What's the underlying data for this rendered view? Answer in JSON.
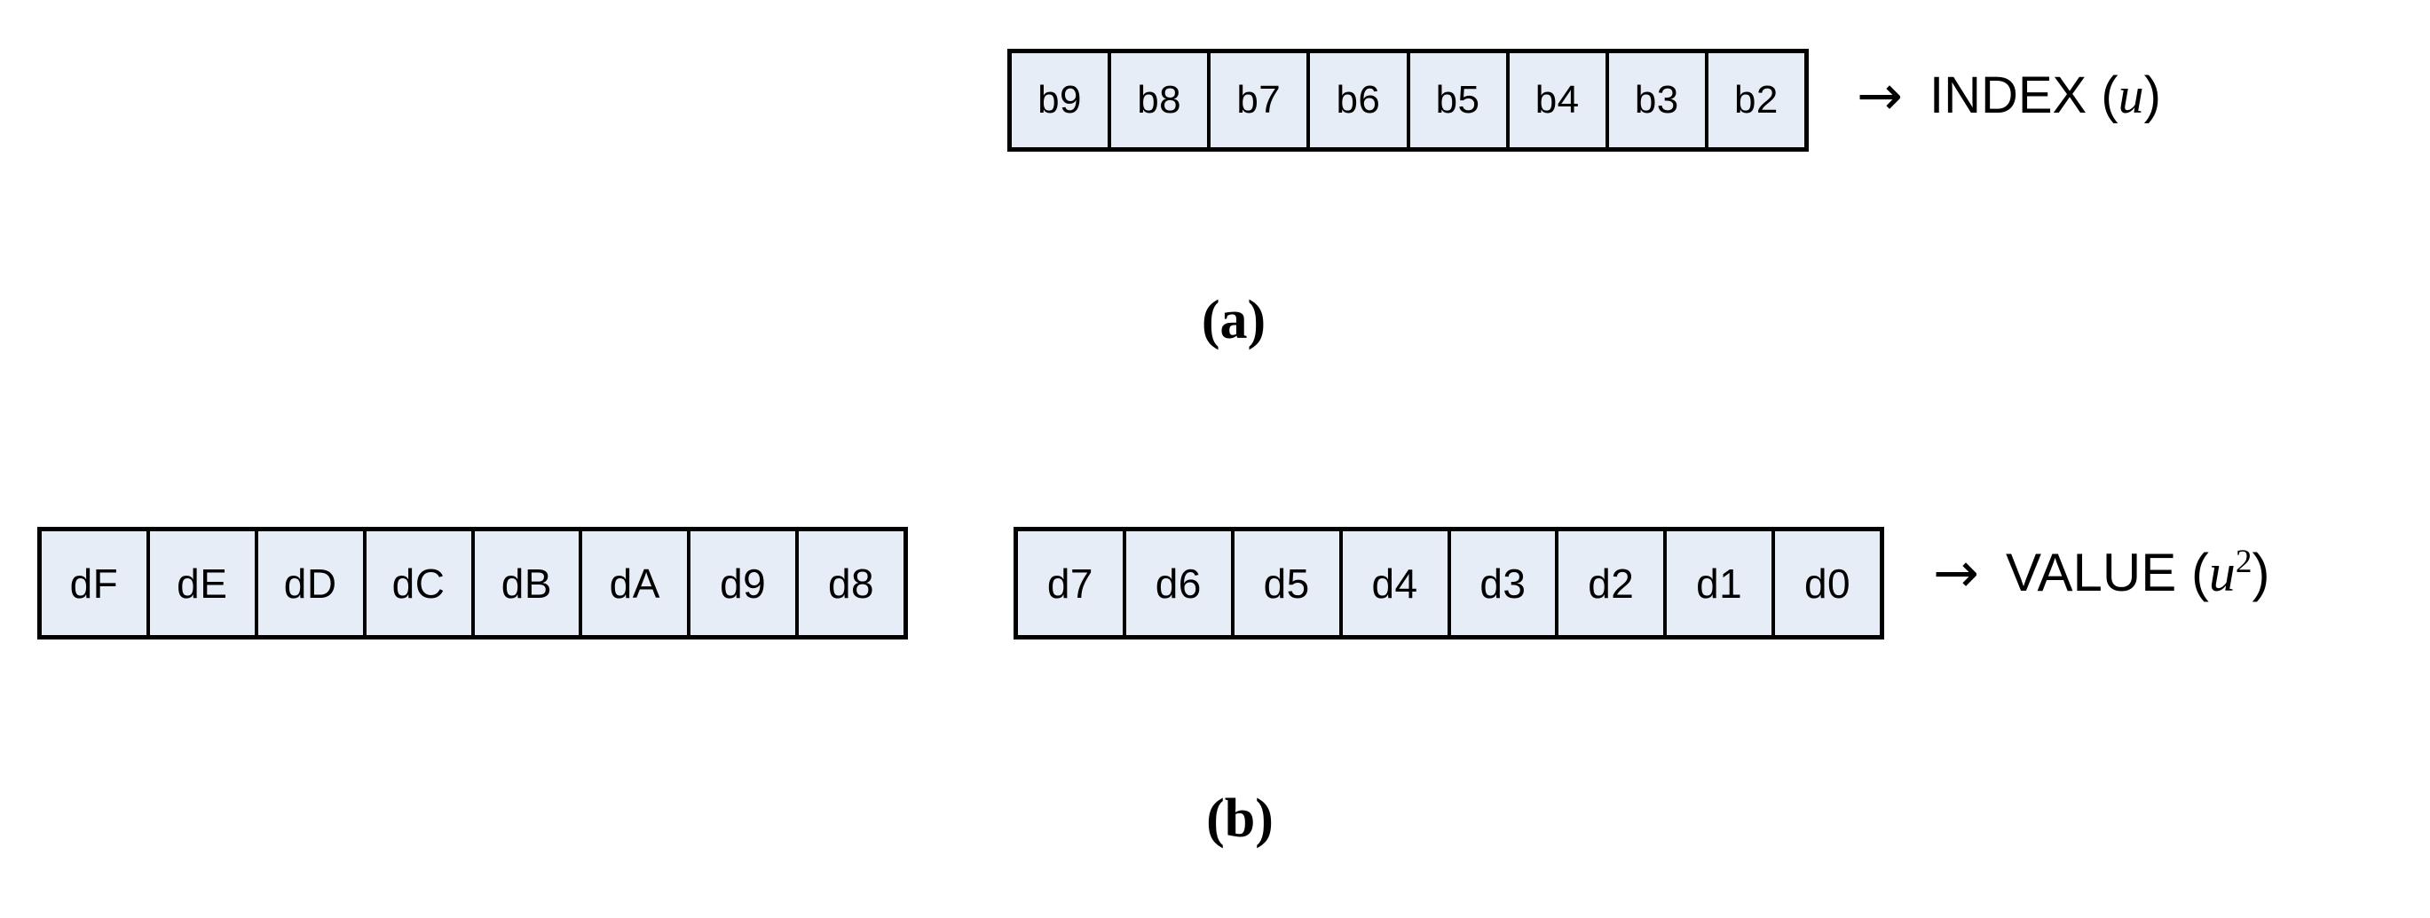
{
  "figure": {
    "background_color": "#FFFFFF",
    "cell_fill_color": "#E6EDF7",
    "border_color": "#000000",
    "arrow_glyph": "→"
  },
  "panel_a": {
    "caption": "(a)",
    "row": {
      "name": "index-bit-field",
      "cells": [
        "b9",
        "b8",
        "b7",
        "b6",
        "b5",
        "b4",
        "b3",
        "b2"
      ]
    },
    "annotation": {
      "arrow": "→",
      "label": "INDEX",
      "paren_open": "(",
      "variable": "u",
      "exponent": "",
      "paren_close": ")"
    }
  },
  "panel_b": {
    "caption": "(b)",
    "row_high": {
      "name": "value-high-bit-field",
      "cells": [
        "dF",
        "dE",
        "dD",
        "dC",
        "dB",
        "dA",
        "d9",
        "d8"
      ]
    },
    "row_low": {
      "name": "value-low-bit-field",
      "cells": [
        "d7",
        "d6",
        "d5",
        "d4",
        "d3",
        "d2",
        "d1",
        "d0"
      ]
    },
    "annotation": {
      "arrow": "→",
      "label": "VALUE",
      "paren_open": "(",
      "variable": "u",
      "exponent": "2",
      "paren_close": ")"
    }
  }
}
